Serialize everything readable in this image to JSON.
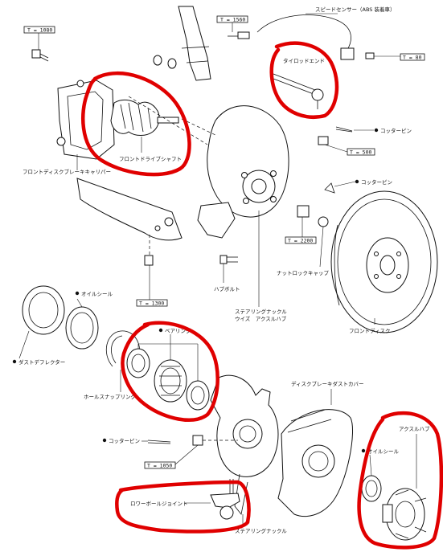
{
  "labels": {
    "speed_sensor": "スピードセンサー（ABS 装着車）",
    "tie_rod_end": "タイロッドエンド",
    "front_drive_shaft": "フロントドライブシャフト",
    "front_disc_brake_caliper": "フロントディスクブレーキキャリパー",
    "cotter_pin_top": "コッターピン",
    "cotter_pin_mid": "コッターピン",
    "cotter_pin_bottom": "コッターピン",
    "nut_lock_cap": "ナットロックキャップ",
    "hub_bolt": "ハブボルト",
    "knuckle_with_axle_hub": "ステアリングナックル\nウイズ　アクスルハブ",
    "front_disc": "フロントディスク",
    "oil_seal_left": "オイルシール",
    "dust_deflector": "ダストデフレクター",
    "bearing": "ベアリング",
    "hole_snap_ring": "ホールスナップリング",
    "disc_brake_dust_cover": "ディスクブレーキダストカバー",
    "axle_hub": "アクスルハブ",
    "oil_seal_right": "オイルシール",
    "lower_ball_joint": "ロワーボールジョイント",
    "steering_knuckle": "ステアリングナックル"
  },
  "torques": {
    "t1": "T = 1080",
    "t2": "T = 1560",
    "t3": "T = 80",
    "t4": "T = 500",
    "t5": "T = 2200",
    "t6": "T = 1300",
    "t7": "T = 1050"
  },
  "colors": {
    "highlight": "#e00000",
    "line": "#111111",
    "background": "#ffffff"
  }
}
